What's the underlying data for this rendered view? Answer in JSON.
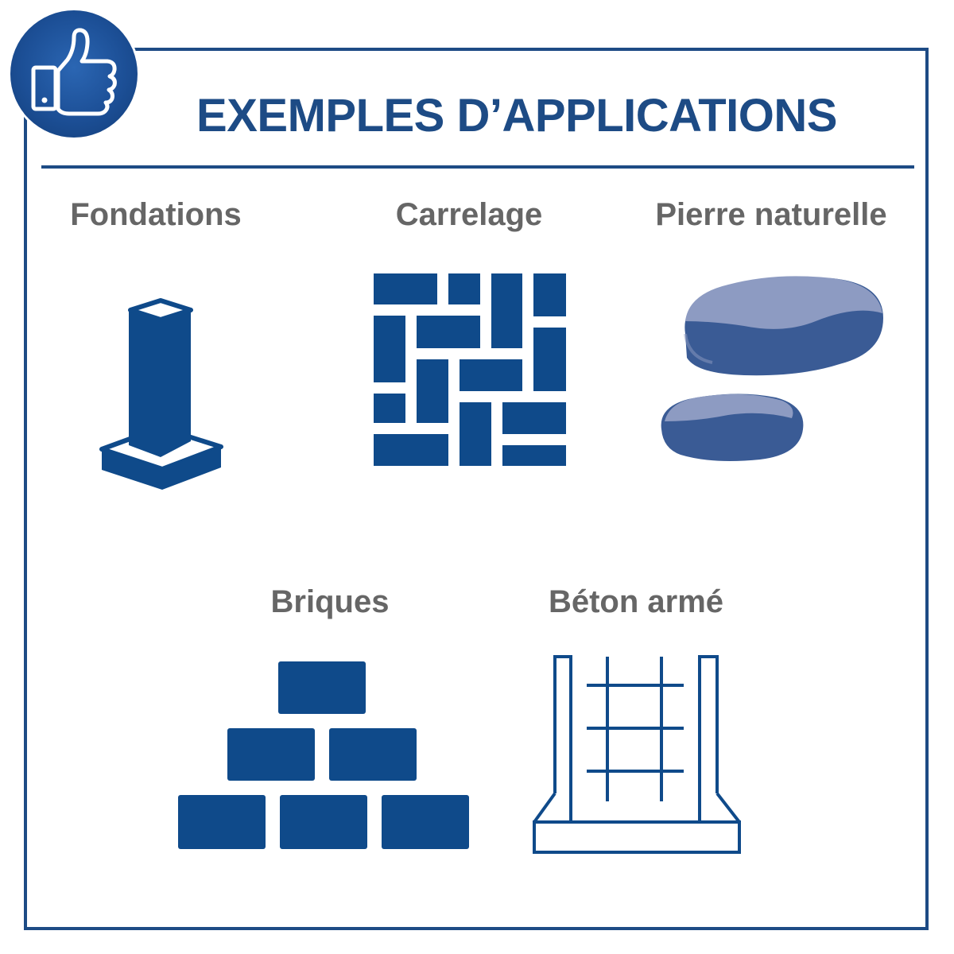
{
  "title": "EXEMPLES D’APPLICATIONS",
  "icons": {
    "badge": "thumbs-up-icon"
  },
  "colors": {
    "primary": "#1d4b85",
    "tile": "#0f4a8a",
    "stone_light": "#8d9bc2",
    "stone_dark": "#3a5b95",
    "label": "#666666"
  },
  "applications": [
    {
      "label": "Fondations",
      "icon": "foundation-pillar-icon"
    },
    {
      "label": "Carrelage",
      "icon": "tile-pattern-icon"
    },
    {
      "label": "Pierre naturelle",
      "icon": "natural-stone-icon"
    },
    {
      "label": "Briques",
      "icon": "bricks-icon"
    },
    {
      "label": "Béton armé",
      "icon": "reinforced-concrete-icon"
    }
  ]
}
